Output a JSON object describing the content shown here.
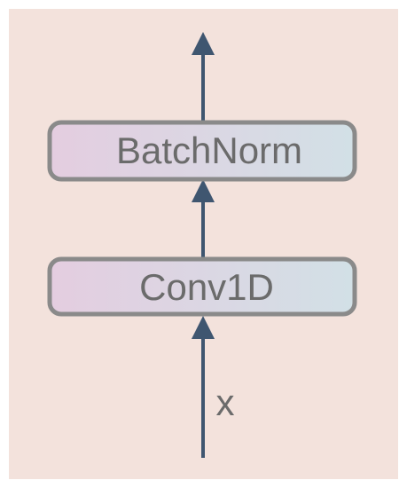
{
  "diagram": {
    "nodes": [
      {
        "id": "conv",
        "label": "Conv1D"
      },
      {
        "id": "bn",
        "label": "BatchNorm"
      }
    ],
    "input_label": "x",
    "edges": [
      {
        "from": "x",
        "to": "conv"
      },
      {
        "from": "conv",
        "to": "bn"
      },
      {
        "from": "bn",
        "to": "output"
      }
    ]
  },
  "colors": {
    "background": "#f3e2dc",
    "box_fill_left": "#e4cde0",
    "box_fill_right": "#d2e0e6",
    "box_stroke": "#8a8a8a",
    "arrow": "#3f5670",
    "text": "#6b6b6b"
  }
}
